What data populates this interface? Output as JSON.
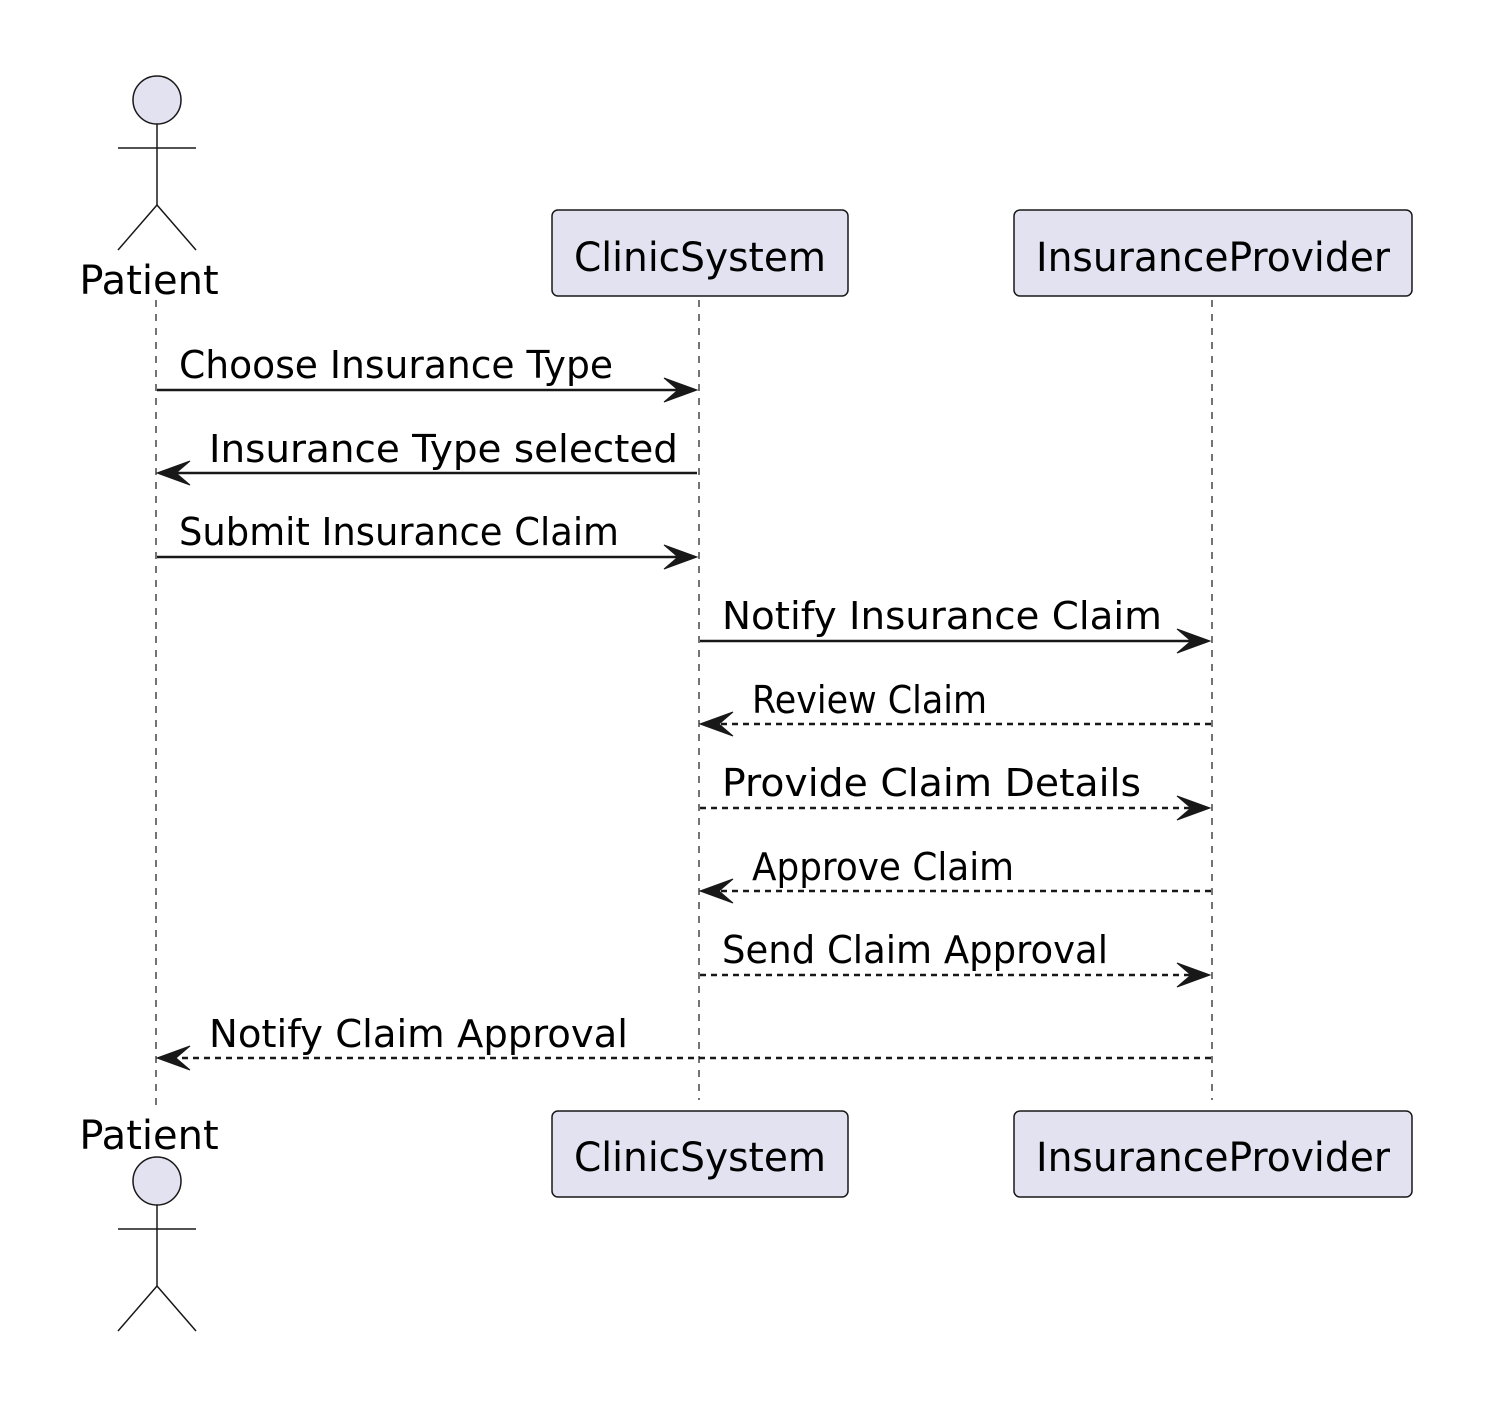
{
  "diagram": {
    "type": "sequence",
    "colors": {
      "participant_fill": "#E2E2F0",
      "line": "#181818",
      "text": "#000000",
      "background": "#FFFFFF"
    },
    "participants": [
      {
        "id": "patient",
        "label": "Patient",
        "kind": "actor"
      },
      {
        "id": "clinic",
        "label": "ClinicSystem",
        "kind": "participant"
      },
      {
        "id": "insurer",
        "label": "InsuranceProvider",
        "kind": "participant"
      }
    ],
    "messages": [
      {
        "from": "patient",
        "to": "clinic",
        "label": "Choose Insurance Type",
        "style": "solid"
      },
      {
        "from": "clinic",
        "to": "patient",
        "label": "Insurance Type selected",
        "style": "solid"
      },
      {
        "from": "patient",
        "to": "clinic",
        "label": "Submit Insurance Claim",
        "style": "solid"
      },
      {
        "from": "clinic",
        "to": "insurer",
        "label": "Notify Insurance Claim",
        "style": "solid"
      },
      {
        "from": "insurer",
        "to": "clinic",
        "label": "Review Claim",
        "style": "dashed"
      },
      {
        "from": "clinic",
        "to": "insurer",
        "label": "Provide Claim Details",
        "style": "dashed"
      },
      {
        "from": "insurer",
        "to": "clinic",
        "label": "Approve Claim",
        "style": "dashed"
      },
      {
        "from": "clinic",
        "to": "insurer",
        "label": "Send Claim Approval",
        "style": "dashed"
      },
      {
        "from": "insurer",
        "to": "patient",
        "label": "Notify Claim Approval",
        "style": "dashed"
      }
    ]
  }
}
